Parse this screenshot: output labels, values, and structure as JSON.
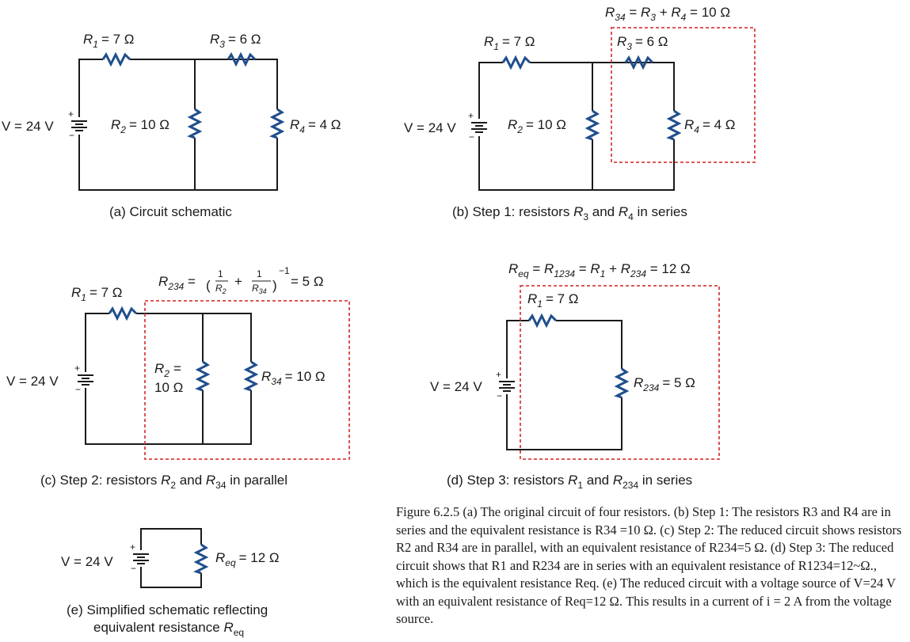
{
  "panel_a": {
    "caption": "(a) Circuit schematic",
    "r1": {
      "name": "R",
      "sub": "1",
      "val": "= 7 Ω"
    },
    "r3": {
      "name": "R",
      "sub": "3",
      "val": "= 6 Ω"
    },
    "r2": {
      "name": "R",
      "sub": "2",
      "val": "= 10 Ω"
    },
    "r4": {
      "name": "R",
      "sub": "4",
      "val": "= 4 Ω"
    },
    "source": "V = 24 V"
  },
  "panel_b": {
    "caption_pre": "(b) Step 1: resistors ",
    "caption_r3": "R",
    "caption_r3_sub": "3",
    "caption_mid": " and ",
    "caption_r4": "R",
    "caption_r4_sub": "4",
    "caption_post": " in series",
    "equation": {
      "lhs": "R",
      "lhs_sub": "34",
      "eq1": " = ",
      "a": "R",
      "a_sub": "3",
      "plus": " + ",
      "b": "R",
      "b_sub": "4",
      "rhs": " = 10 Ω"
    },
    "r1": {
      "name": "R",
      "sub": "1",
      "val": "= 7 Ω"
    },
    "r3": {
      "name": "R",
      "sub": "3",
      "val": "= 6 Ω"
    },
    "r2": {
      "name": "R",
      "sub": "2",
      "val": "= 10 Ω"
    },
    "r4": {
      "name": "R",
      "sub": "4",
      "val": "= 4 Ω"
    },
    "source": "V = 24 V"
  },
  "panel_c": {
    "caption_pre": "(c) Step 2: resistors ",
    "caption_a": "R",
    "caption_a_sub": "2",
    "caption_mid": " and ",
    "caption_b": "R",
    "caption_b_sub": "34",
    "caption_post": " in parallel",
    "equation": {
      "lhs": "R",
      "lhs_sub": "234",
      "eq": " = ",
      "one": "1",
      "den1": "R",
      "den1_sub": "2",
      "plus": "+",
      "den2": "R",
      "den2_sub": "34",
      "exp": "−1",
      "rhs": " = 5 Ω"
    },
    "r1": {
      "name": "R",
      "sub": "1",
      "val": "= 7 Ω"
    },
    "r2": {
      "name": "R",
      "sub": "2",
      "val_eq": "=",
      "val": "10 Ω"
    },
    "r34": {
      "name": "R",
      "sub": "34",
      "val": "= 10 Ω"
    },
    "source": "V = 24 V"
  },
  "panel_d": {
    "caption_pre": "(d) Step 3: resistors ",
    "caption_a": "R",
    "caption_a_sub": "1",
    "caption_mid": " and ",
    "caption_b": "R",
    "caption_b_sub": "234",
    "caption_post": " in series",
    "equation": {
      "lhs": "R",
      "lhs_sub": "eq",
      "eq1": " = ",
      "m": "R",
      "m_sub": "1234",
      "eq2": " = ",
      "a": "R",
      "a_sub": "1",
      "plus": " + ",
      "b": "R",
      "b_sub": "234",
      "rhs": " = 12 Ω"
    },
    "r1": {
      "name": "R",
      "sub": "1",
      "val": "= 7 Ω"
    },
    "r234": {
      "name": "R",
      "sub": "234",
      "val": "= 5 Ω"
    },
    "source": "V = 24 V"
  },
  "panel_e": {
    "caption_line1": "(e) Simplified schematic reflecting",
    "caption_line2_pre": "equivalent resistance ",
    "caption_r": "R",
    "caption_r_sub": "eq",
    "req": {
      "name": "R",
      "sub": "eq",
      "val": "= 12 Ω"
    },
    "source": "V = 24 V"
  },
  "figure_caption": "Figure 6.2.5 (a) The original circuit of four resistors. (b) Step 1: The resistors R3 and R4 are in series and the equivalent resistance is R34 =10 Ω. (c) Step 2: The reduced circuit shows resistors R2 and R34 are in parallel, with an equivalent resistance of R234=5 Ω. (d) Step 3: The reduced circuit shows that R1 and R234 are in series with an equivalent resistance of R1234=12~Ω., which is the equivalent resistance Req. (e) The reduced circuit with a voltage source of V=24 V with an equivalent resistance of Req=12 Ω. This results in a current of i = 2 A from the voltage source.",
  "colors": {
    "wire": "#1a1a1a",
    "resistor": "#1f4e8c",
    "dashed_box": "#d6403f"
  }
}
